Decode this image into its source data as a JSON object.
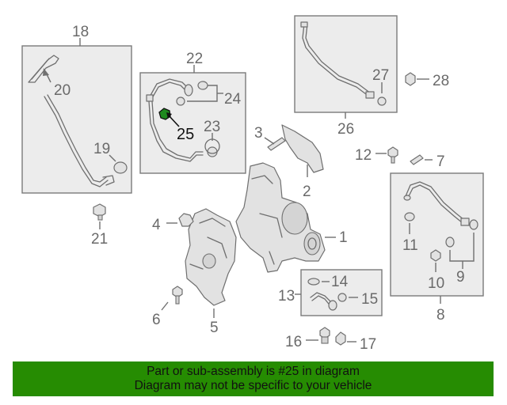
{
  "callouts": {
    "c1": "1",
    "c2": "2",
    "c3": "3",
    "c4": "4",
    "c5": "5",
    "c6": "6",
    "c7": "7",
    "c8": "8",
    "c9": "9",
    "c10": "10",
    "c11": "11",
    "c12": "12",
    "c13": "13",
    "c14": "14",
    "c15": "15",
    "c16": "16",
    "c17": "17",
    "c18": "18",
    "c19": "19",
    "c20": "20",
    "c21": "21",
    "c22": "22",
    "c23": "23",
    "c24": "24",
    "c25": "25",
    "c26": "26",
    "c27": "27",
    "c28": "28"
  },
  "highlighted_part": "25",
  "colors": {
    "highlight": "#1f8a1f",
    "banner": "#268c02",
    "line": "#6f6f6f"
  },
  "footer": {
    "line1": "Part or sub-assembly is #25 in diagram",
    "line2": "Diagram may not be specific to your vehicle"
  }
}
